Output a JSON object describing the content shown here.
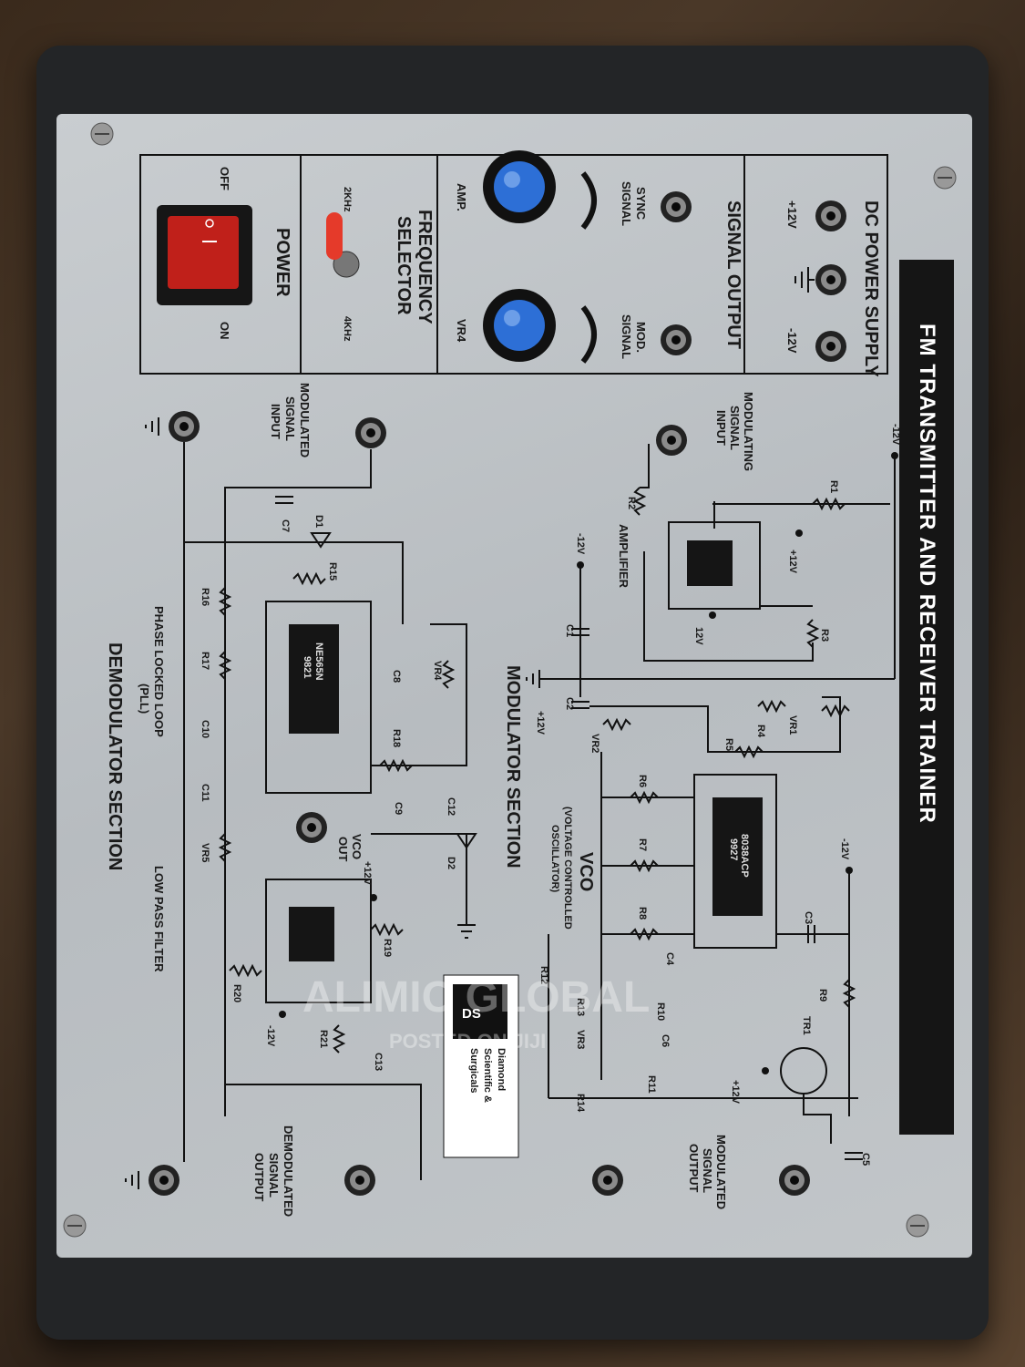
{
  "panel": {
    "title": "FM TRANSMITTER AND RECEIVER TRAINER",
    "sections": {
      "dc_power_supply": "DC POWER SUPPLY",
      "signal_output": "SIGNAL OUTPUT",
      "frequency_selector_1": "FREQUENCY",
      "frequency_selector_2": "SELECTOR",
      "power": "POWER",
      "modulator_section": "MODULATOR SECTION",
      "demodulator_section": "DEMODULATOR SECTION",
      "amplifier": "AMPLIFIER",
      "vco_1": "VCO",
      "vco_2": "(VOLTAGE CONTROLLED",
      "vco_3": "OSCILLATOR)",
      "pll_1": "PHASE LOCKED LOOP",
      "pll_2": "(PLL)",
      "low_pass_filter": "LOW PASS FILTER"
    },
    "power_labels": {
      "plus12": "+12V",
      "minus12": "-12V"
    },
    "signal_labels": {
      "sync_1": "SYNC",
      "sync_2": "SIGNAL",
      "mod_1": "MOD.",
      "mod_2": "SIGNAL",
      "amp": "AMP.",
      "vr4": "VR4"
    },
    "switch_labels": {
      "off": "OFF",
      "on": "ON",
      "f2": "2KHz",
      "f4": "4KHz"
    },
    "io_labels": {
      "modulating_in_1": "MODULATING",
      "modulating_in_2": "SIGNAL",
      "modulating_in_3": "INPUT",
      "modulated_in_1": "MODULATED",
      "modulated_in_2": "SIGNAL",
      "modulated_in_3": "INPUT",
      "modulated_out_1": "MODULATED",
      "modulated_out_2": "SIGNAL",
      "modulated_out_3": "OUTPUT",
      "demod_out_1": "DEMODULATED",
      "demod_out_2": "SIGNAL",
      "demod_out_3": "OUTPUT",
      "vco_out_1": "VCO",
      "vco_out_2": "OUT"
    },
    "components": {
      "r1": "R1",
      "r2": "R2",
      "r3": "R3",
      "r4": "R4",
      "r5": "R5",
      "r6": "R6",
      "r7": "R7",
      "r8": "R8",
      "r9": "R9",
      "r10": "R10",
      "r11": "R11",
      "r12": "R12",
      "r13": "R13",
      "r14": "R14",
      "r15": "R15",
      "r16": "R16",
      "r17": "R17",
      "r18": "R18",
      "r19": "R19",
      "r20": "R20",
      "r21": "R21",
      "c1": "C1",
      "c2": "C2",
      "c3": "C3",
      "c4": "C4",
      "c5": "C5",
      "c6": "C6",
      "c7": "C7",
      "c8": "C8",
      "c9": "C9",
      "c10": "C10",
      "c11": "C11",
      "c12": "C12",
      "c13": "C13",
      "vr1": "VR1",
      "vr2": "VR2",
      "vr3": "VR3",
      "vr4": "VR4",
      "vr5": "VR5",
      "d1": "D1",
      "d2": "D2",
      "tr1": "TR1",
      "ic_vco": "8038ACP",
      "ic_vco_2": "9927",
      "ic_pll": "NE565N",
      "ic_pll_2": "9821"
    },
    "rail_labels": {
      "p12": "+12V",
      "m12": "-12V",
      "v12": "12V"
    },
    "logo": {
      "line1": "Diamond",
      "line2": "Scientific &",
      "line3": "Surgicals"
    },
    "watermark": {
      "line1": "ALIMIC GLOBAL",
      "line2": "POSTED ON JIJI"
    }
  },
  "colors": {
    "panel": "#c2c6c9",
    "knob": "#2d6fd6",
    "switch": "#c0201a",
    "toggle": "#e53a2a",
    "board": "#232527"
  }
}
